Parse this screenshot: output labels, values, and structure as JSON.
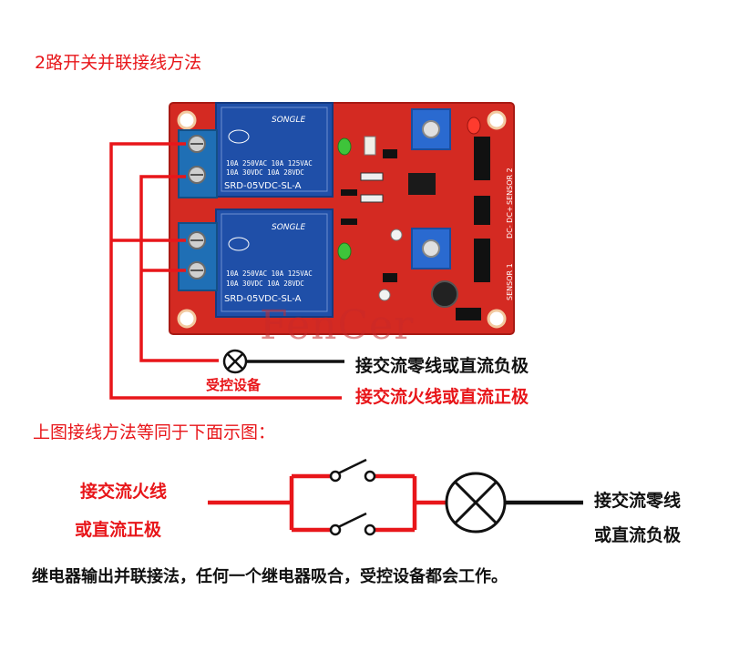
{
  "title": "2路开关并联接线方法",
  "board": {
    "relay_brand": "SONGLE",
    "relay_model": "SRD-05VDC-SL-A",
    "relay_rating_line1": "10A 250VAC 10A 125VAC",
    "relay_rating_line2": "10A 30VDC 10A 28VDC",
    "sensor2_label": "SENSOR 2",
    "sensor1_label": "SENSOR 1",
    "power_label": "DC- DC+",
    "watermark": "FenCer"
  },
  "top_diagram": {
    "load_label": "受控设备",
    "neutral_label": "接交流零线或直流负极",
    "live_label": "接交流火线或直流正极"
  },
  "subtitle": "上图接线方法等同于下面示图：",
  "bottom_diagram": {
    "live_label_line1": "接交流火线",
    "live_label_line2": "或直流正极",
    "neutral_label_line1": "接交流零线",
    "neutral_label_line2": "或直流负极"
  },
  "caption": "继电器输出并联接法，任何一个继电器吸合，受控设备都会工作。",
  "colors": {
    "wire_red": "#e8161a",
    "wire_black": "#111111",
    "pcb_red": "#d42a22",
    "relay_blue": "#1f4fa8",
    "terminal_blue": "#1f6fb5"
  }
}
